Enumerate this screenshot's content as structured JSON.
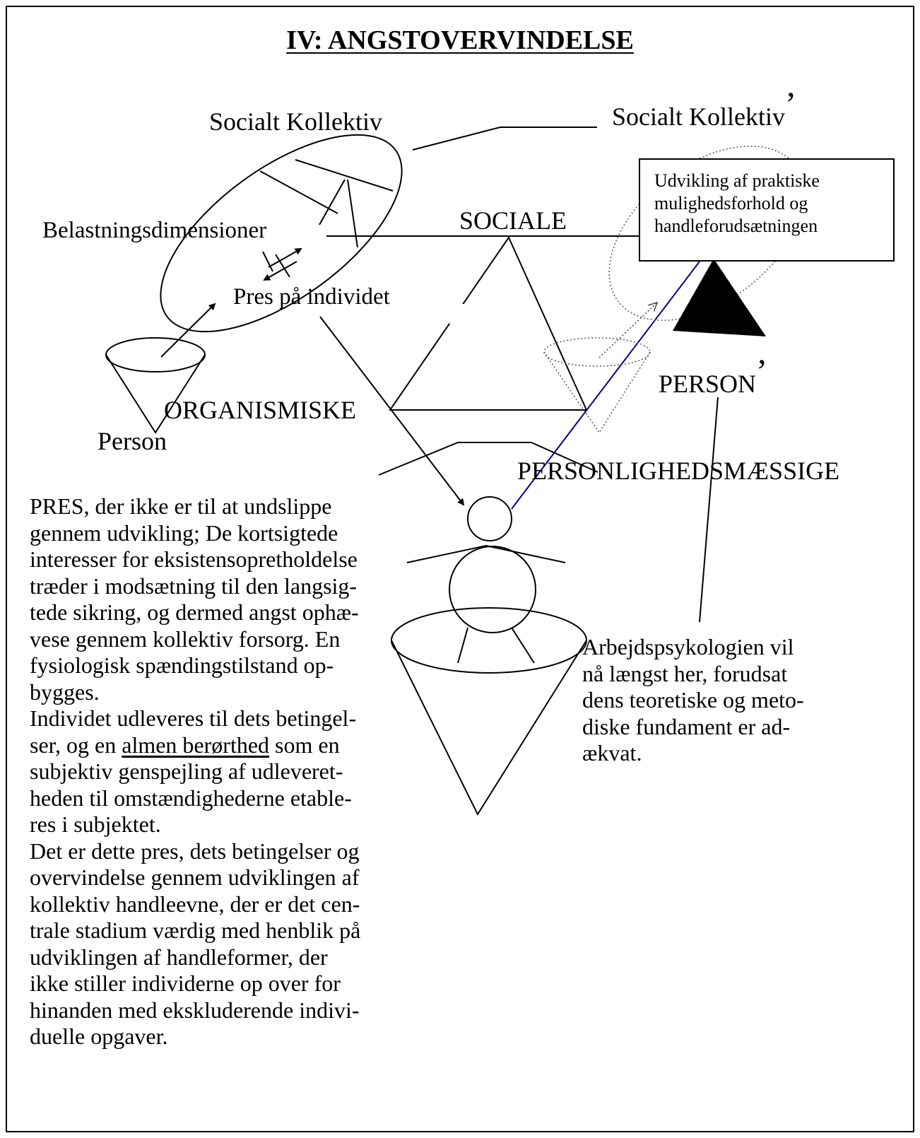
{
  "title": "IV: ANGSTOVERVINDELSE",
  "labels": {
    "socialt_kollektiv": "Socialt Kollektiv",
    "socialt_kollektiv_prime": "Socialt Kollektiv",
    "prime_mark": "’",
    "belastningsdimensioner": "Belastningsdimensioner",
    "sociale": "SOCIALE",
    "pres_paa_individet": "Pres på individet",
    "organismiske": "ORGANISMISKE",
    "person": "Person",
    "person_prime": "PERSON",
    "personlighedsmaessige": "PERSONLIGHEDSMÆSSIGE"
  },
  "box": {
    "lines": [
      "Udvikling af praktiske",
      "mulighedsforhold og",
      "handleforudsætningen"
    ]
  },
  "left_text": {
    "block1": [
      "PRES, der ikke er til at undslippe",
      "gennem udvikling; De kortsigtede",
      "interesser for eksistensopretholdelse",
      "træder i modsætning til den langsig-",
      "tede sikring, og dermed angst ophæ-",
      "vese gennem kollektiv forsorg. En",
      "fysiologisk spændingstilstand op-",
      "bygges."
    ],
    "block2_line1": "Individet udleveres til dets betingel-",
    "block2_line2_pre": "ser, og en ",
    "block2_line2_underlined": "almen berørthed",
    "block2_line2_post": " som en",
    "block2_rest": [
      "subjektiv genspejling af udleveret-",
      "heden til omstændighederne etable-",
      "res i subjektet."
    ],
    "block3": [
      "Det er dette pres, dets betingelser og",
      "overvindelse gennem udviklingen af",
      "kollektiv handleevne, der er det cen-",
      "trale stadium værdig med henblik på",
      "udviklingen af handleformer, der",
      "ikke stiller individerne op over for",
      "hinanden med ekskluderende indivi-",
      "duelle opgaver."
    ]
  },
  "right_text": [
    "Arbejdspsykologien vil",
    "nå længst her, forudsat",
    "dens teoretiske og meto-",
    "diske fundament er ad-",
    "ækvat."
  ],
  "colors": {
    "ink": "#000000",
    "blue_line": "#000080",
    "dotted": "#555555"
  }
}
